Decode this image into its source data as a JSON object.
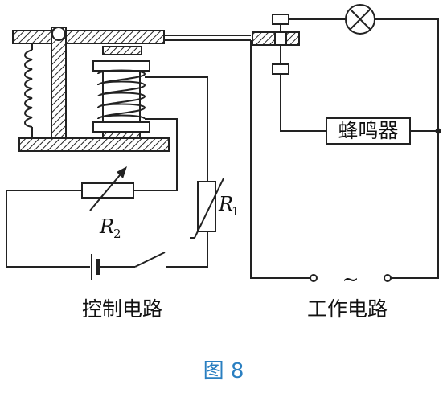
{
  "labels": {
    "r2_letter": "R",
    "r2_sub": "2",
    "r1_letter": "R",
    "r1_sub": "1",
    "buzzer": "蜂鸣器",
    "control_circuit": "控制电路",
    "working_circuit": "工作电路",
    "power_tilde": "~",
    "figure_caption": "图 8"
  },
  "colors": {
    "line": "#222222",
    "caption": "#2a7fc1",
    "background": "#ffffff"
  }
}
